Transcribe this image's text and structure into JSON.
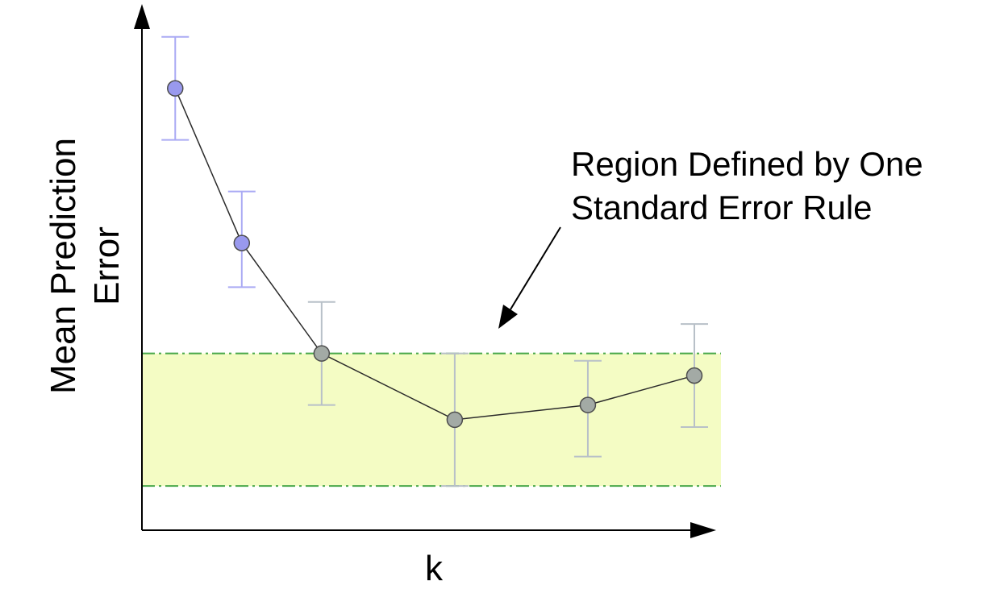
{
  "chart_data": {
    "type": "scatter",
    "xlabel": "k",
    "ylabel_lines": [
      "Mean Prediction",
      "Error"
    ],
    "xlim": [
      0.5,
      9.2
    ],
    "ylim": [
      0.5,
      7.7
    ],
    "grid": false,
    "legend": "none",
    "series": [
      {
        "x": [
          1,
          2,
          3.2,
          5.2,
          7.2,
          8.8
        ],
        "y": [
          6.5,
          4.4,
          2.9,
          2.0,
          2.2,
          2.6
        ],
        "err_low": [
          5.8,
          3.8,
          2.2,
          1.1,
          1.5,
          1.9
        ],
        "err_high": [
          7.2,
          5.1,
          3.6,
          2.9,
          2.8,
          3.3
        ],
        "point_colors": [
          "#9999ee",
          "#9999ee",
          "#a3aaa5",
          "#a3aaa5",
          "#a3aaa5",
          "#a3aaa5"
        ]
      }
    ],
    "band": {
      "low": 1.1,
      "high": 2.9,
      "fill": "#f4fcc4",
      "edge": "#4aa84a"
    },
    "annotation": {
      "lines": [
        "Region Defined by One",
        "Standard Error Rule"
      ]
    },
    "colors": {
      "line": "#2b2b2b",
      "errorbar_upper": "#aaaaf4",
      "errorbar_gray": "#b8c0c8",
      "marker_edge": "#4d4d4d"
    }
  }
}
